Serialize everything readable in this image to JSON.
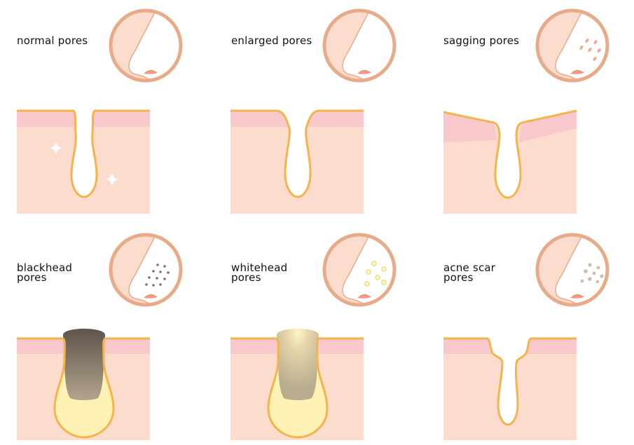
{
  "panels": [
    {
      "label": "normal pores"
    },
    {
      "label": "enlarged pores"
    },
    {
      "label": "sagging pores"
    },
    {
      "label": "blackhead\npores"
    },
    {
      "label": "whitehead\npores"
    },
    {
      "label": "acne scar\npores"
    }
  ],
  "colors": {
    "skin": "#fcdccd",
    "epidermis": "#f8c8cc",
    "outline": "#f4b34b",
    "ring": "#e8ab8a",
    "lip": "#e99b86",
    "blackhead": "#6b5f54",
    "whitehead": "#cdbf9a",
    "pus": "#fdf2b4"
  }
}
